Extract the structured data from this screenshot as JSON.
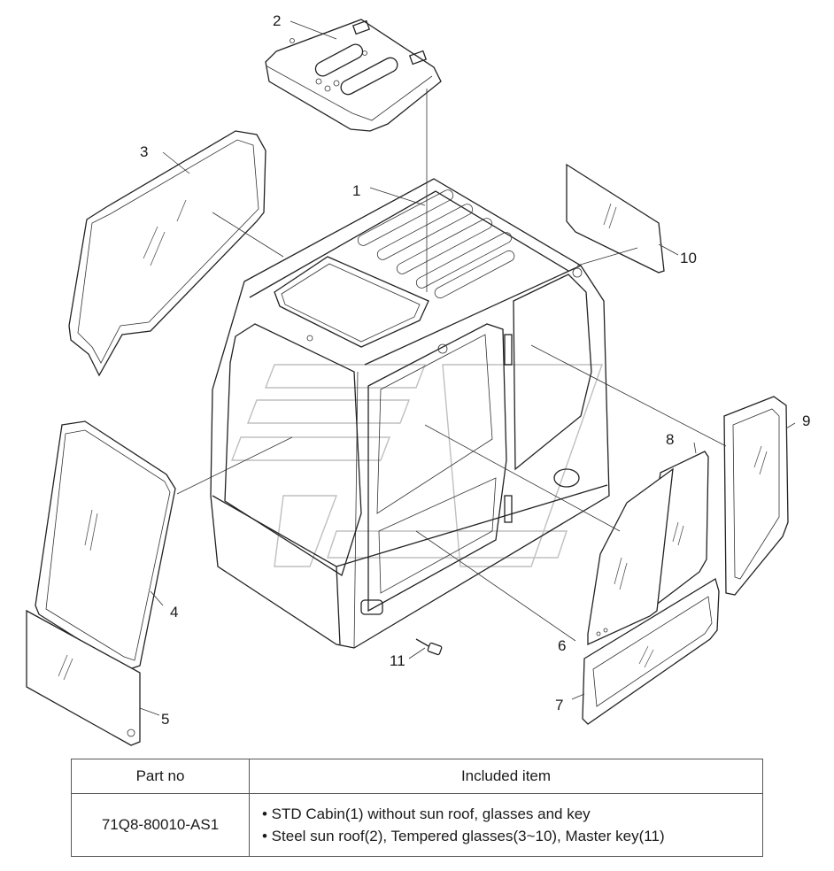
{
  "callouts": [
    {
      "id": "1",
      "text": "1"
    },
    {
      "id": "2",
      "text": "2"
    },
    {
      "id": "3",
      "text": "3"
    },
    {
      "id": "4",
      "text": "4"
    },
    {
      "id": "5",
      "text": "5"
    },
    {
      "id": "6",
      "text": "6"
    },
    {
      "id": "7",
      "text": "7"
    },
    {
      "id": "8",
      "text": "8"
    },
    {
      "id": "9",
      "text": "9"
    },
    {
      "id": "10",
      "text": "10"
    },
    {
      "id": "11",
      "text": "11"
    }
  ],
  "table": {
    "headers": {
      "part_no": "Part no",
      "included_item": "Included item"
    },
    "rows": [
      {
        "part_no": "71Q8-80010-AS1",
        "items": [
          "• STD Cabin(1) without sun roof, glasses and key",
          "• Steel sun roof(2), Tempered glasses(3~10), Master key(11)"
        ]
      }
    ]
  }
}
